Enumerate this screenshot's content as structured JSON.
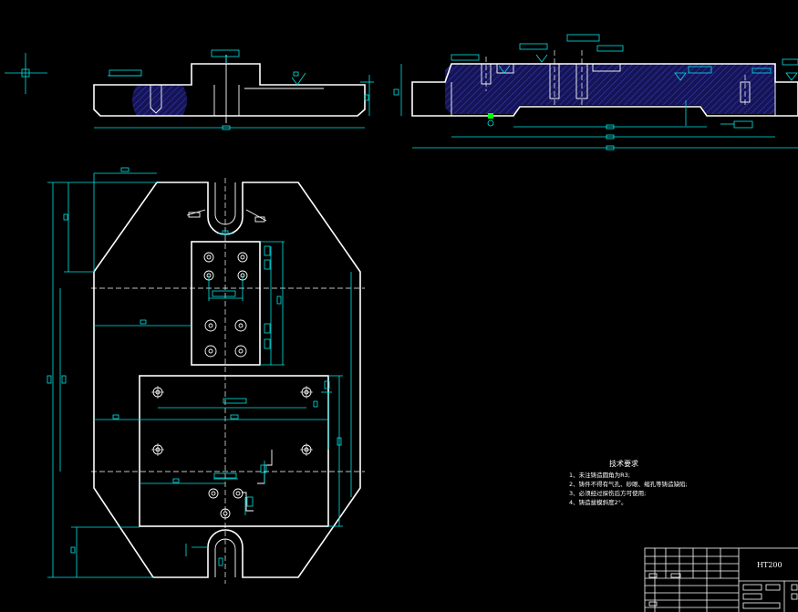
{
  "drawing": {
    "tech_requirements": {
      "title": "技术要求",
      "items": [
        "1、未注铸造圆角为R3;",
        "2、铸件不得有气孔、砂眼、缩孔等铸造缺陷;",
        "3、必须经过探伤后方可使用;",
        "4、铸造拔模斜度2°。"
      ]
    },
    "title_block": {
      "material": "HT200"
    },
    "colors": {
      "outline": "#ffffff",
      "dimension": "#00e5e5",
      "hatch": "#1a1a6e",
      "marker": "#00ff00"
    }
  }
}
